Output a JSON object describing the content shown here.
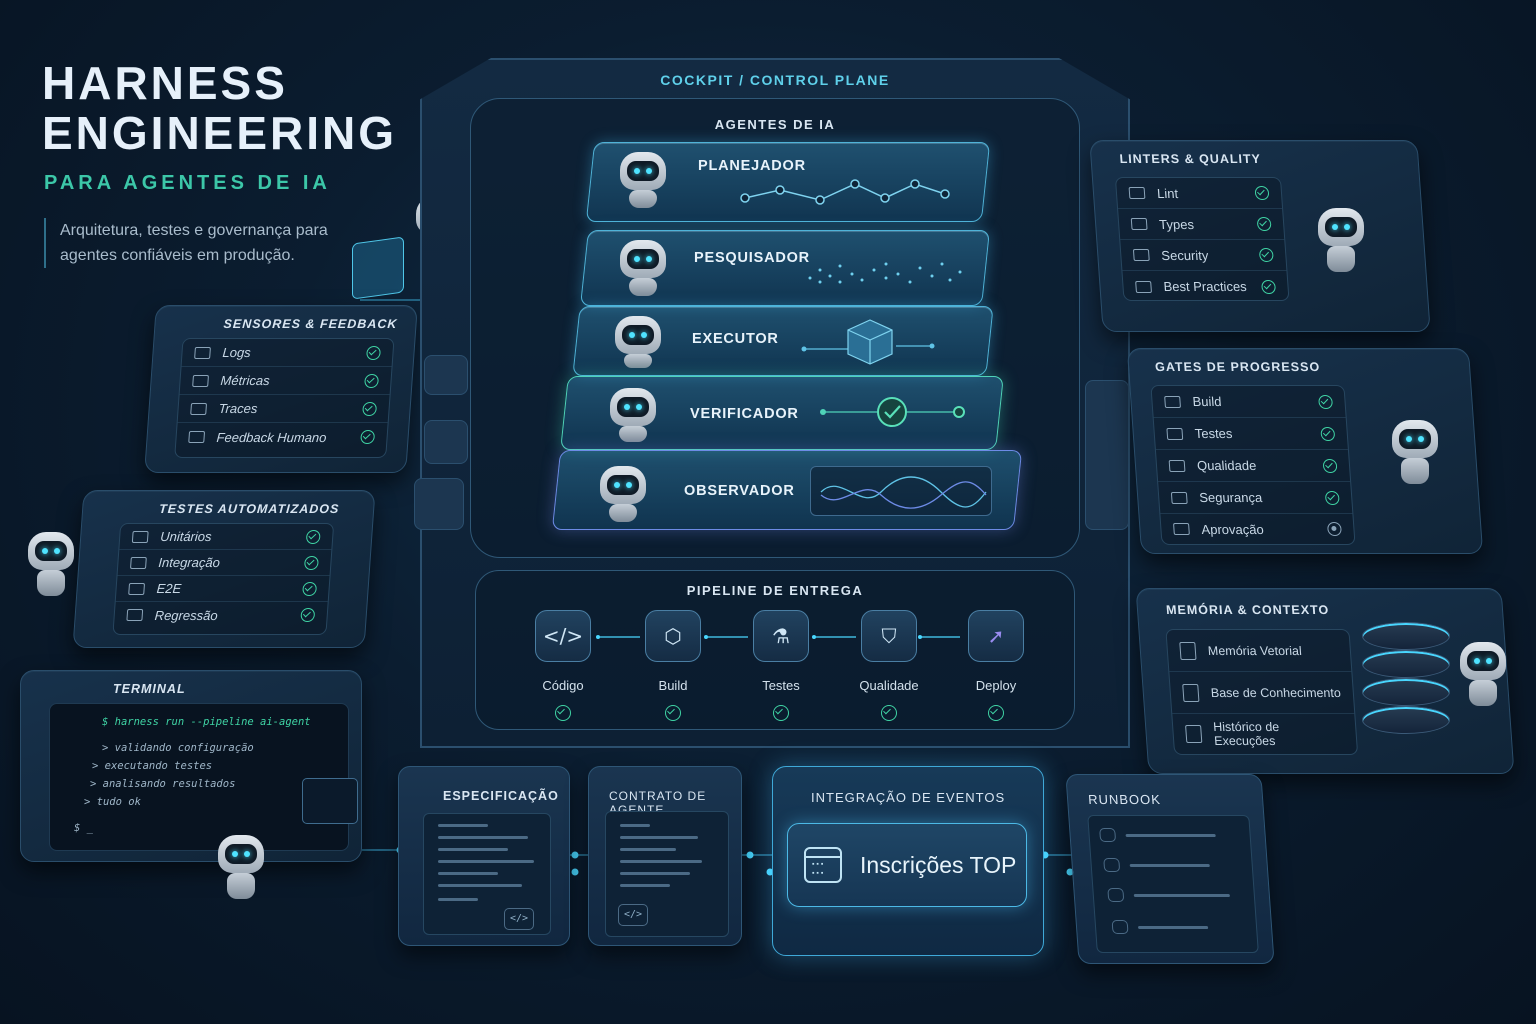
{
  "header": {
    "title_line1": "HARNESS",
    "title_line2": "ENGINEERING",
    "subtitle": "PARA AGENTES DE IA",
    "description": "Arquitetura, testes e governança para agentes confiáveis em produção."
  },
  "cockpit": {
    "title": "COCKPIT / CONTROL PLANE",
    "agents_title": "AGENTES DE IA",
    "agents": [
      {
        "name": "PLANEJADOR"
      },
      {
        "name": "PESQUISADOR"
      },
      {
        "name": "EXECUTOR"
      },
      {
        "name": "VERIFICADOR"
      },
      {
        "name": "OBSERVADOR"
      }
    ],
    "pipeline": {
      "title": "PIPELINE DE ENTREGA",
      "stages": [
        {
          "label": "Código",
          "icon": "code-icon",
          "glyph": "</>"
        },
        {
          "label": "Build",
          "icon": "cube-icon",
          "glyph": "⬡"
        },
        {
          "label": "Testes",
          "icon": "flask-icon",
          "glyph": "⚗"
        },
        {
          "label": "Qualidade",
          "icon": "shield-icon",
          "glyph": "⛉"
        },
        {
          "label": "Deploy",
          "icon": "rocket-icon",
          "glyph": "➚"
        }
      ]
    }
  },
  "sensors": {
    "title": "SENSORES & FEEDBACK",
    "items": [
      {
        "label": "Logs",
        "status": "ok"
      },
      {
        "label": "Métricas",
        "status": "ok"
      },
      {
        "label": "Traces",
        "status": "ok"
      },
      {
        "label": "Feedback Humano",
        "status": "ok"
      }
    ]
  },
  "tests": {
    "title": "TESTES AUTOMATIZADOS",
    "items": [
      {
        "label": "Unitários",
        "status": "ok"
      },
      {
        "label": "Integração",
        "status": "ok"
      },
      {
        "label": "E2E",
        "status": "ok"
      },
      {
        "label": "Regressão",
        "status": "ok"
      }
    ]
  },
  "terminal": {
    "title": "TERMINAL",
    "lines": [
      "$ harness run --pipeline ai-agent",
      "> validando configuração",
      "> executando testes",
      "> analisando resultados",
      "> tudo ok",
      "$ _"
    ]
  },
  "linters": {
    "title": "LINTERS & QUALITY",
    "items": [
      {
        "label": "Lint",
        "status": "ok"
      },
      {
        "label": "Types",
        "status": "ok"
      },
      {
        "label": "Security",
        "status": "ok"
      },
      {
        "label": "Best Practices",
        "status": "ok"
      }
    ]
  },
  "gates": {
    "title": "GATES DE PROGRESSO",
    "items": [
      {
        "label": "Build",
        "status": "ok"
      },
      {
        "label": "Testes",
        "status": "ok"
      },
      {
        "label": "Qualidade",
        "status": "ok"
      },
      {
        "label": "Segurança",
        "status": "ok"
      },
      {
        "label": "Aprovação",
        "status": "pending"
      }
    ]
  },
  "memory": {
    "title": "MEMÓRIA & CONTEXTO",
    "items": [
      {
        "label": "Memória Vetorial"
      },
      {
        "label": "Base de Conhecimento"
      },
      {
        "label": "Histórico de Execuções"
      }
    ]
  },
  "bottom": {
    "spec_title": "ESPECIFICAÇÃO",
    "contract_title": "CONTRATO DE AGENTE",
    "events_title": "INTEGRAÇÃO DE EVENTOS",
    "events_button": "Inscrições TOP",
    "runbook_title": "RUNBOOK"
  },
  "colors": {
    "accent": "#5fd0ea",
    "ok": "#3fd3a4",
    "background": "#0b1d30"
  }
}
